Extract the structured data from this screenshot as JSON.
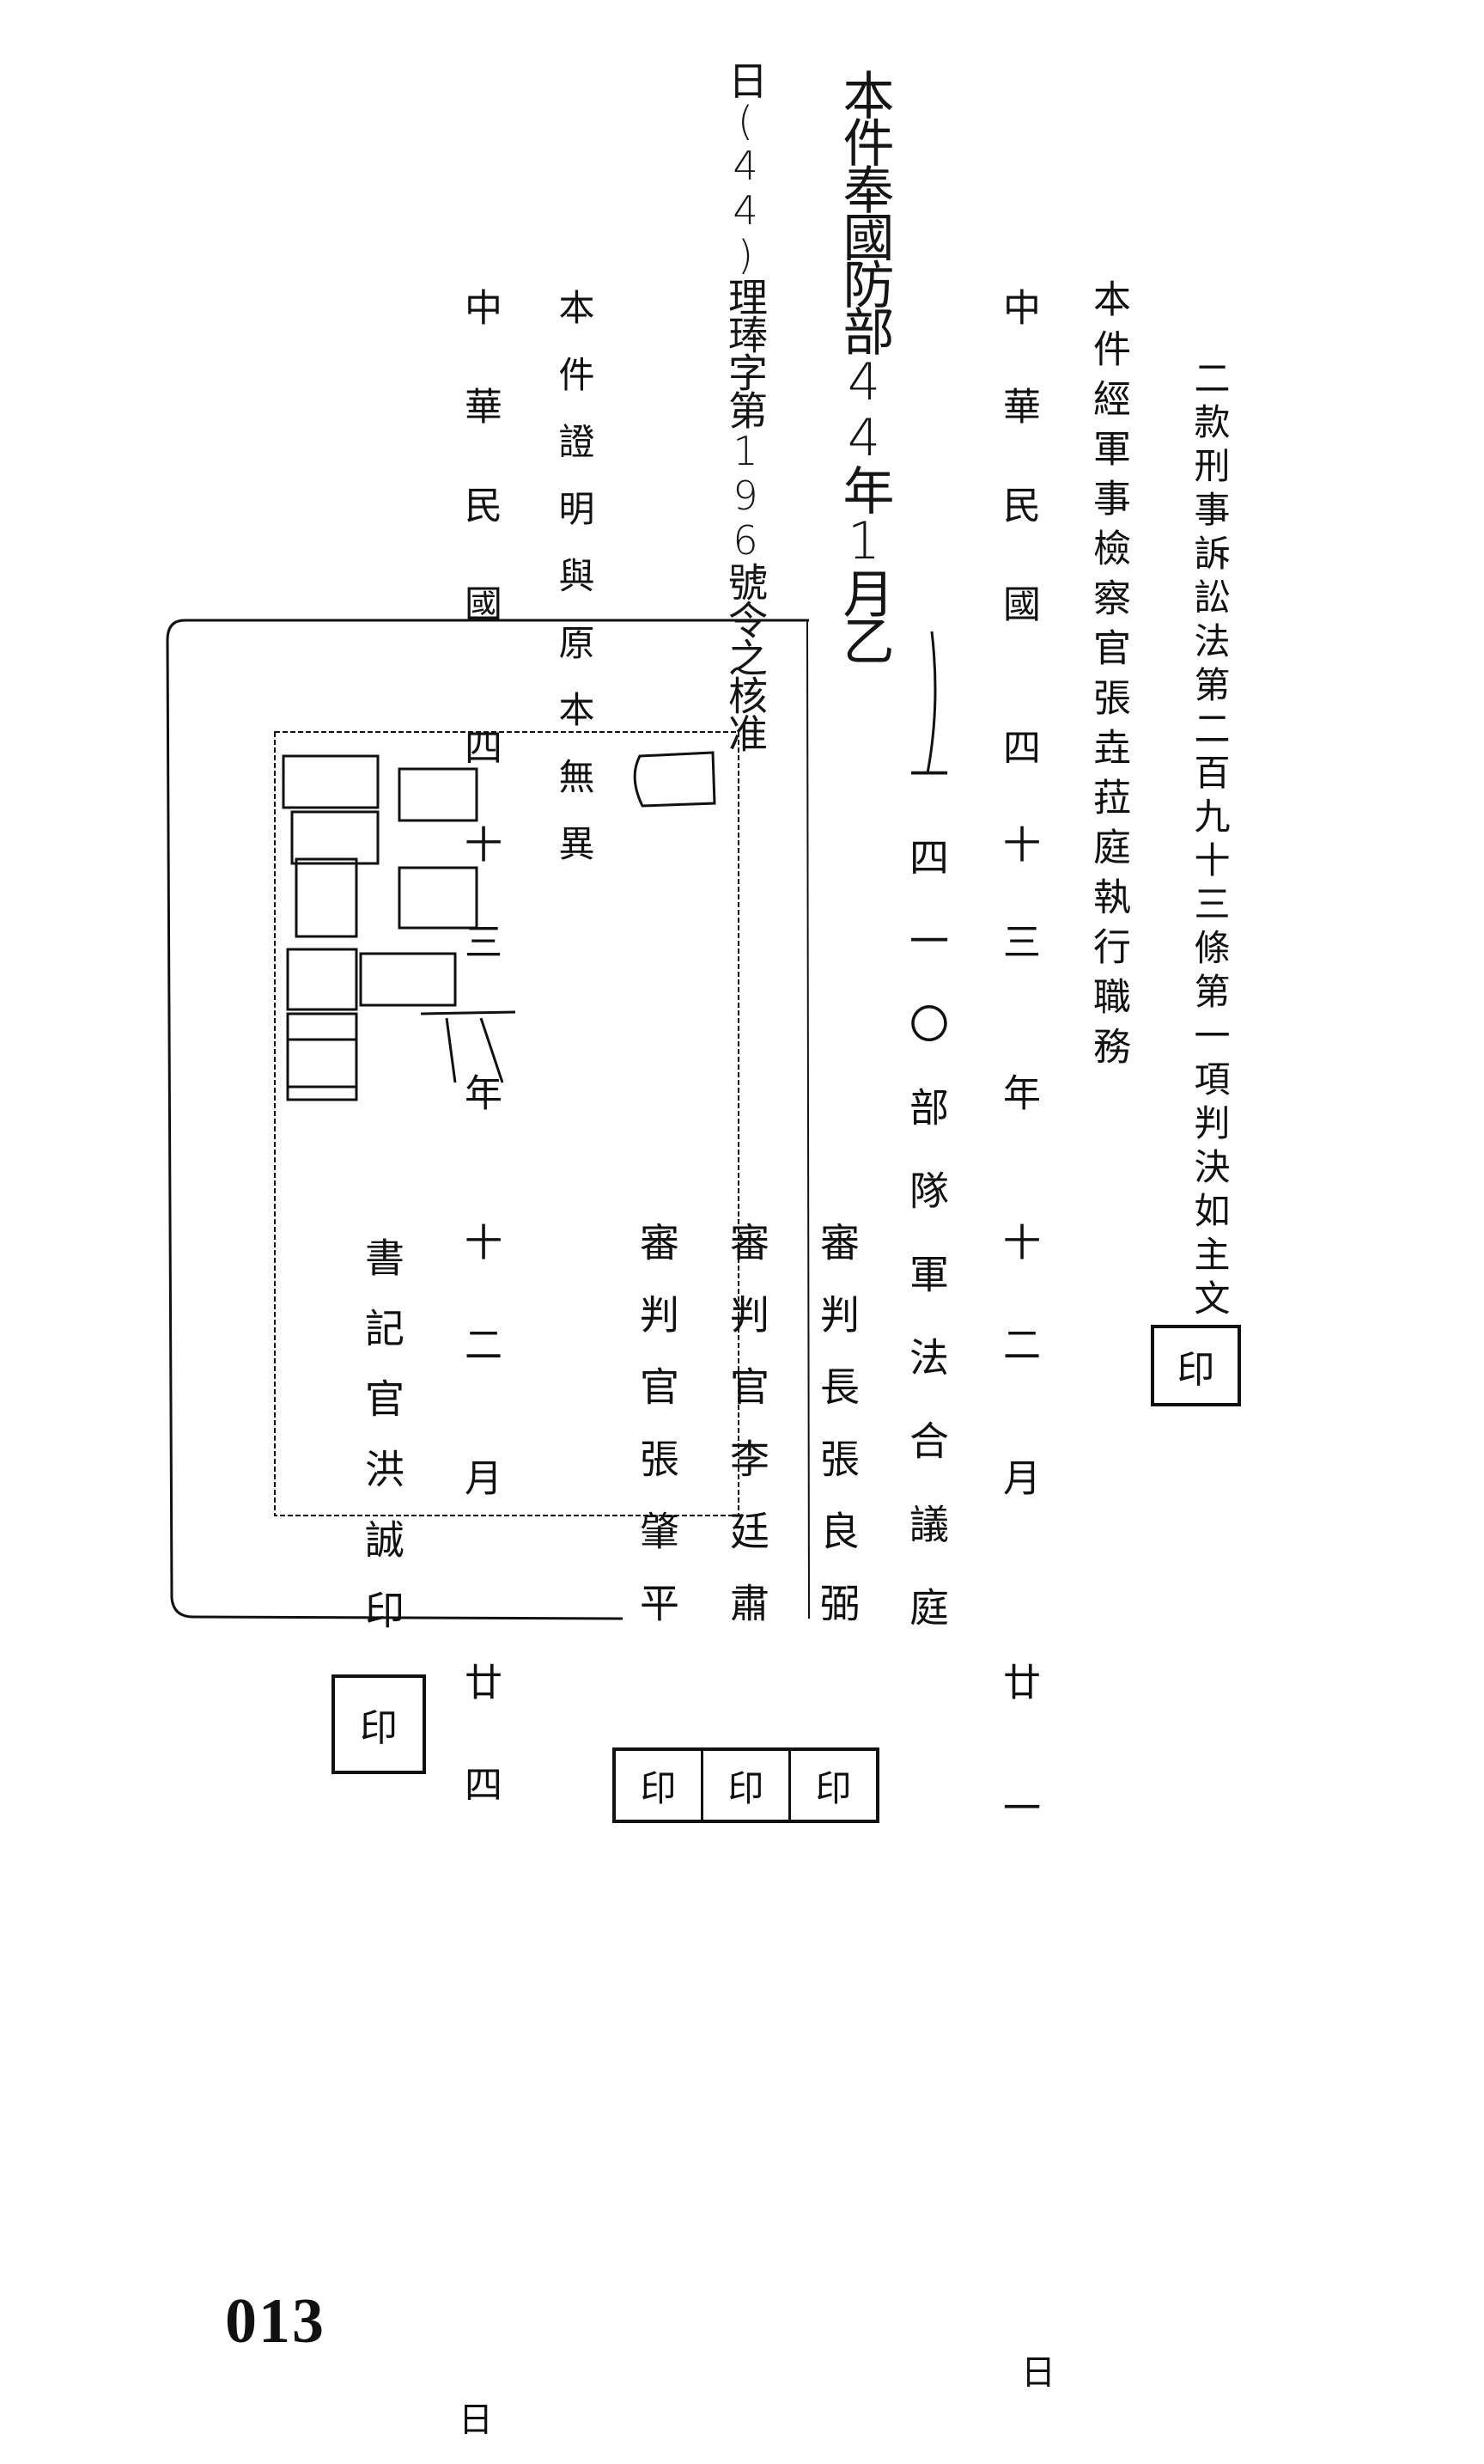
{
  "document": {
    "judgment_clause": "二款刑事訴訟法第二百九十三條第一項判決如主文",
    "prosecutor_line": "本件經軍事檢察官張垚菈庭執行職務",
    "judgment_date": {
      "era": "中華民國",
      "year_number": "四十三",
      "year_unit": "年",
      "month_number": "十二",
      "month_unit": "月",
      "day_number": "廿一",
      "day_unit": "日"
    },
    "court_name": "一四一〇部隊軍法合議庭",
    "presiding_judge": "審判長張良弼",
    "judge_1": "審判官李廷肅",
    "judge_2": "審判官張肇平",
    "seal_label": "印",
    "handwritten_note": {
      "line_1": "本件奉國防部44年1月乙",
      "line_2": "日(44)理琫字第196號令之核准"
    },
    "certification": "本件證明與原本無異",
    "certification_date": {
      "era": "中華民國",
      "year_number": "四十三",
      "year_unit": "年",
      "month_number": "十二",
      "month_unit": "月",
      "day_number": "廿四",
      "day_unit": "日"
    },
    "clerk": "書記官洪誠印",
    "page_number": "013"
  }
}
